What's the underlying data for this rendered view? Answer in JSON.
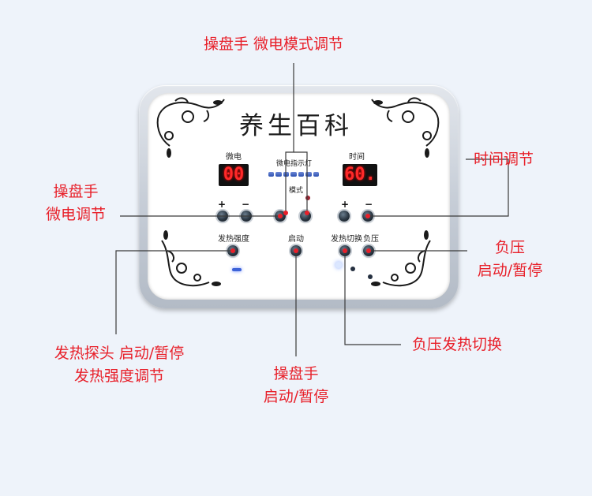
{
  "panel": {
    "title": "养生百科",
    "micro_label": "微电",
    "micro_display": "00",
    "indicator_label": "微电指示灯",
    "mode_label": "模式",
    "time_label": "时间",
    "time_display": "60.",
    "plus": "+",
    "minus": "−",
    "heat_strength_label": "发热强度",
    "start_label": "启动",
    "heat_switch_label": "发热切换",
    "negative_pressure_label": "负压"
  },
  "callouts": {
    "top": "操盘手 微电模式调节",
    "left_upper_1": "操盘手",
    "left_upper_2": "微电调节",
    "time_adjust": "时间调节",
    "negative_start_1": "负压",
    "negative_start_2": "启动/暂停",
    "heat_probe_1": "发热探头 启动/暂停",
    "heat_probe_2": "发热强度调节",
    "center_1": "操盘手",
    "center_2": "启动/暂停",
    "heat_switch": "负压发热切换"
  },
  "colors": {
    "callout": "#e8202a",
    "led_digits": "#ff2a2a",
    "background": "#eef3fa"
  },
  "icons": [
    "floral-ornament-icon",
    "control-knob",
    "indicator-light"
  ]
}
